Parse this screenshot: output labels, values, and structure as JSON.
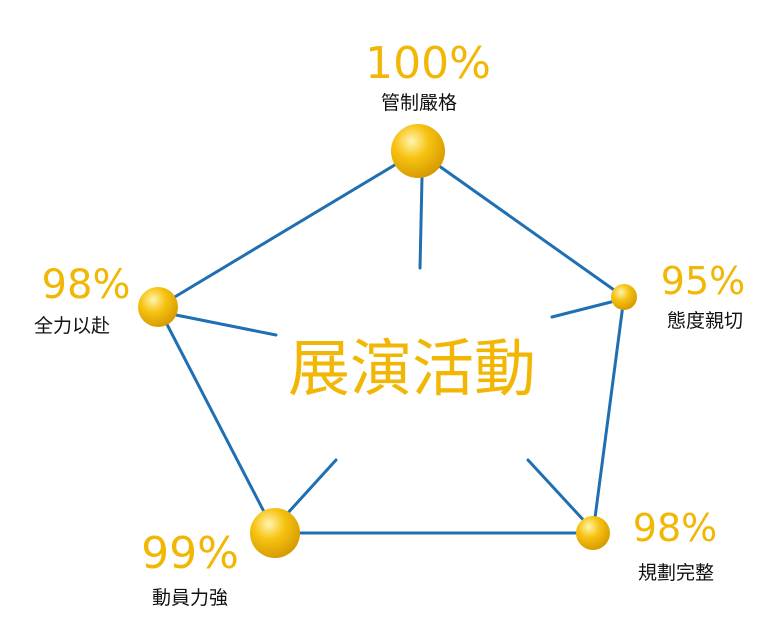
{
  "title": "展演活動",
  "colors": {
    "line": "#1f6fb2",
    "accent": "#f2b705",
    "label": "#111111",
    "ball_light": "#fff5b0",
    "ball_mid": "#f7c312",
    "ball_dark": "#d69a00"
  },
  "nodes": [
    {
      "id": "top",
      "percent": "100%",
      "label": "管制嚴格"
    },
    {
      "id": "right",
      "percent": "95%",
      "label": "態度親切"
    },
    {
      "id": "bottom-right",
      "percent": "98%",
      "label": "規劃完整"
    },
    {
      "id": "bottom-left",
      "percent": "99%",
      "label": "動員力強"
    },
    {
      "id": "left",
      "percent": "98%",
      "label": "全力以赴"
    }
  ]
}
